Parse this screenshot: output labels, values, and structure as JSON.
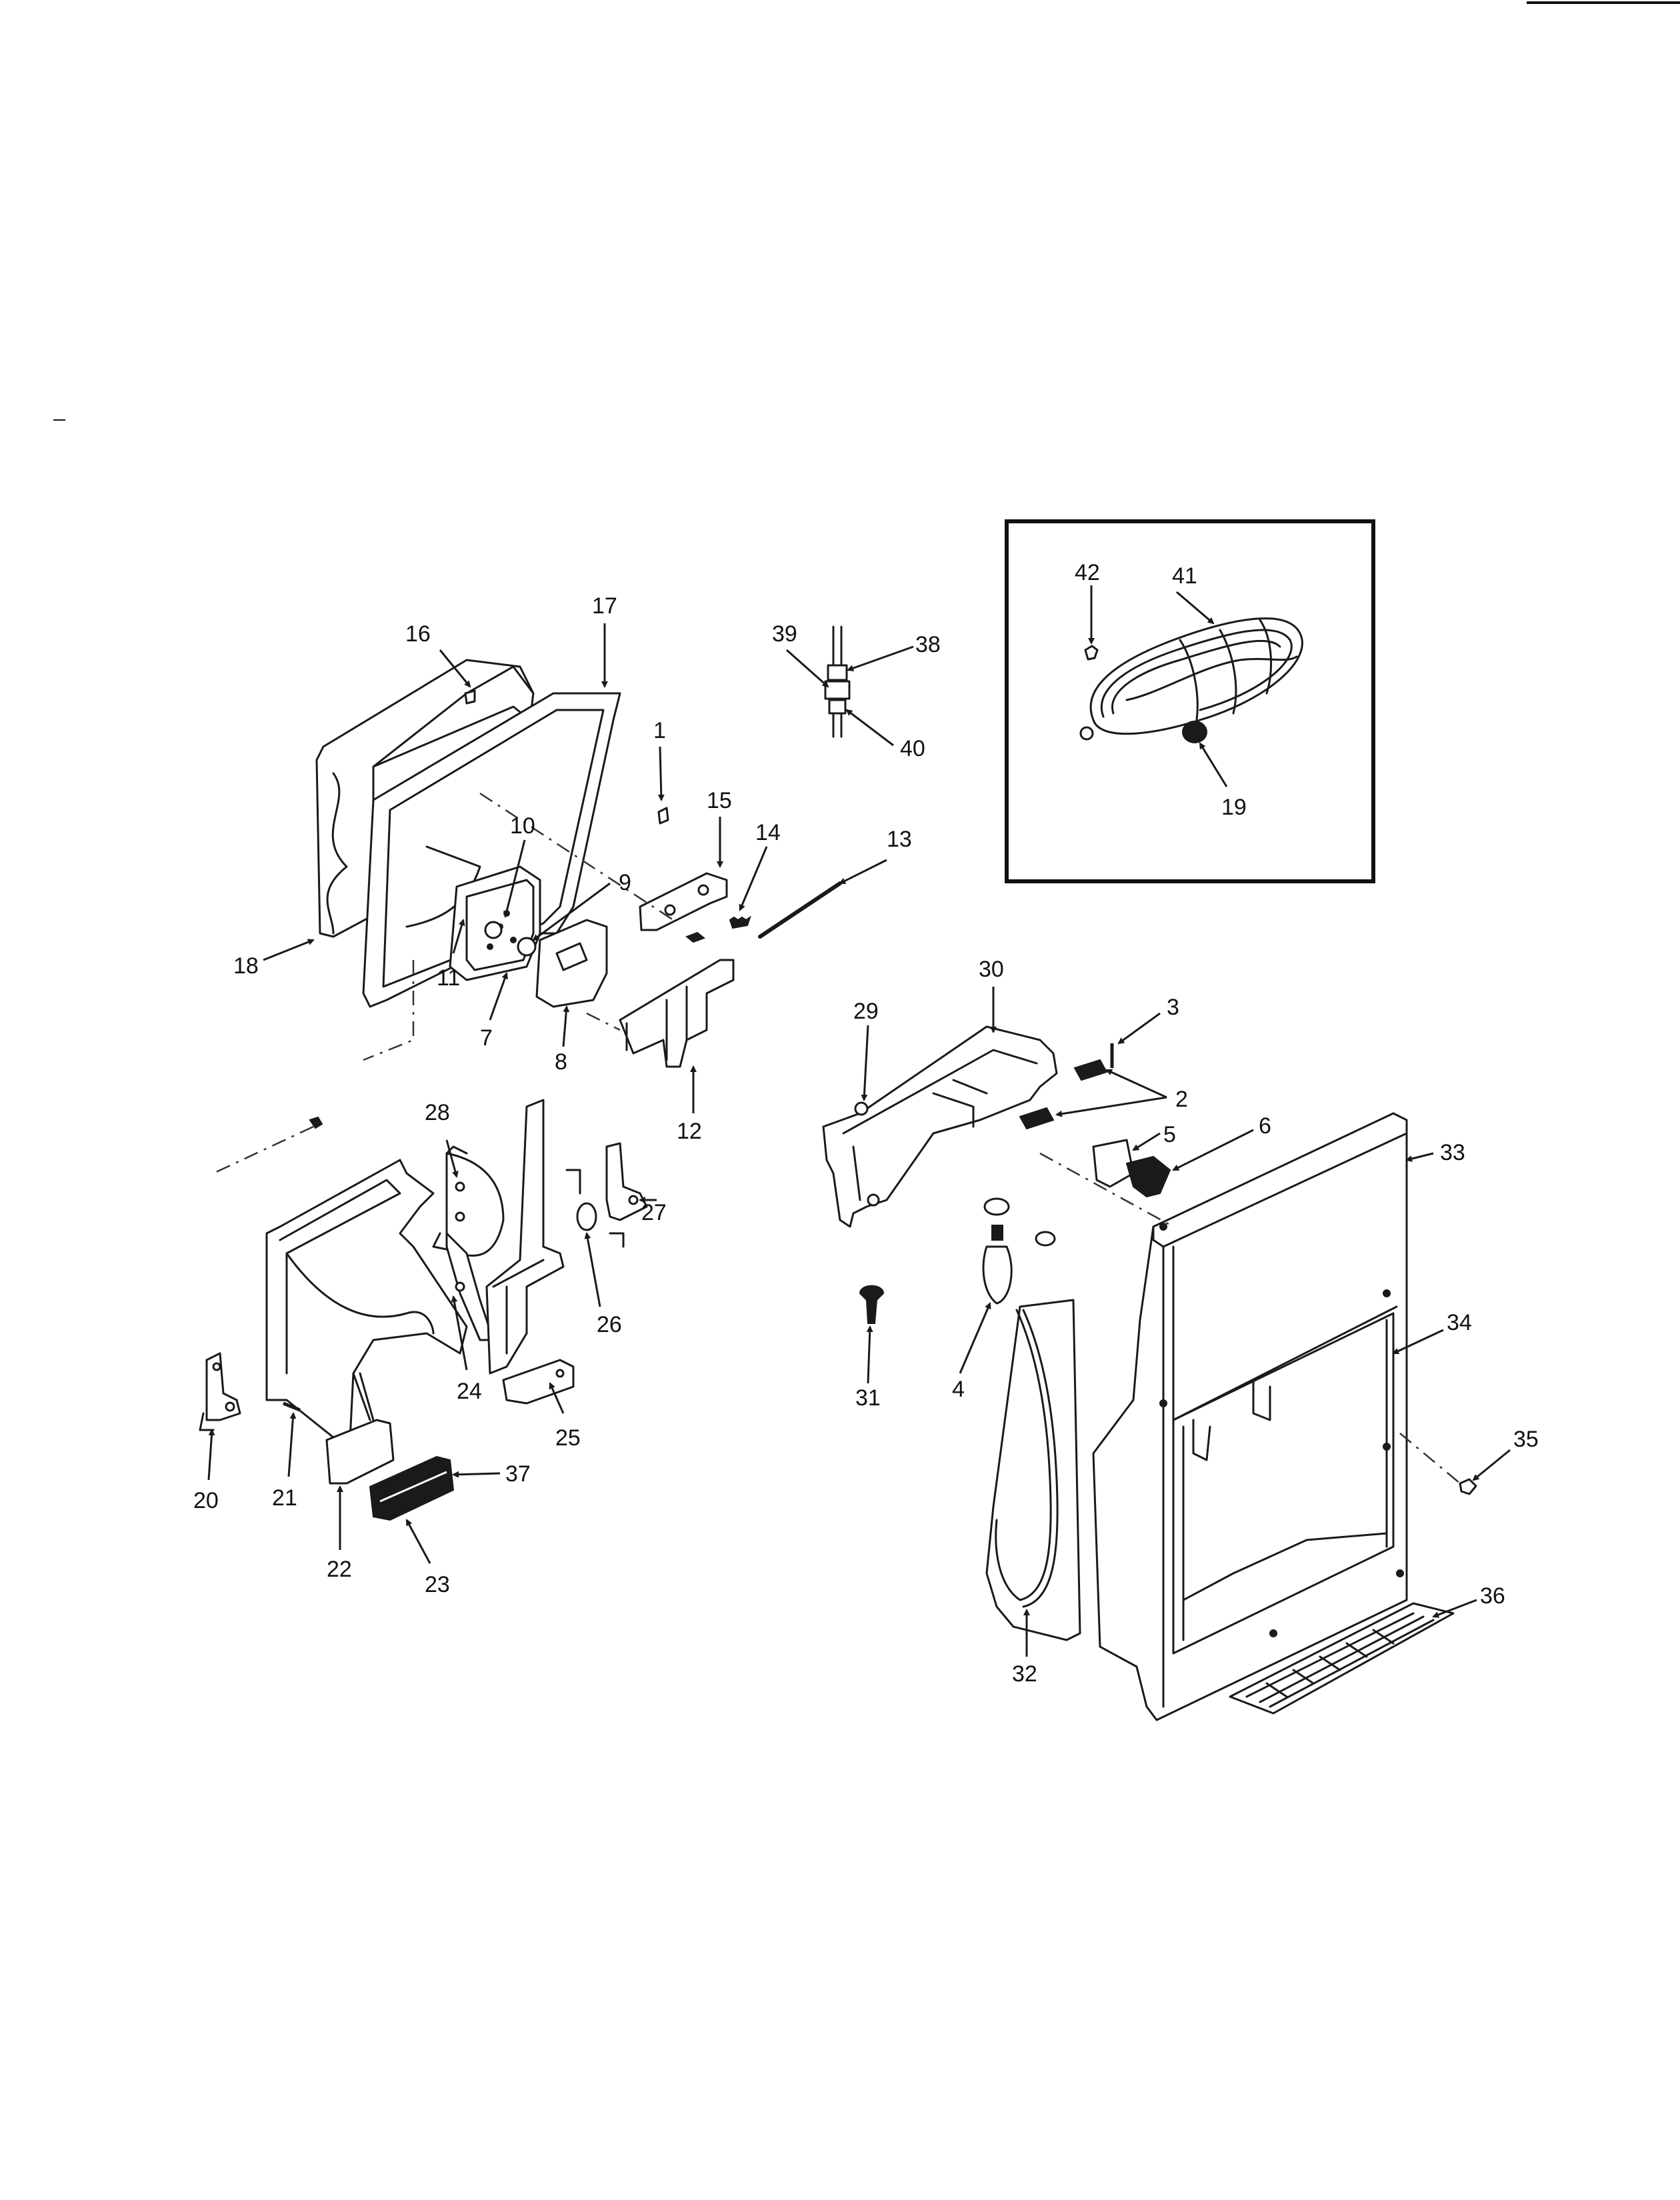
{
  "callouts": [
    {
      "id": "1",
      "text": "1"
    },
    {
      "id": "2",
      "text": "2"
    },
    {
      "id": "3",
      "text": "3"
    },
    {
      "id": "4",
      "text": "4"
    },
    {
      "id": "5",
      "text": "5"
    },
    {
      "id": "6",
      "text": "6"
    },
    {
      "id": "7",
      "text": "7"
    },
    {
      "id": "8",
      "text": "8"
    },
    {
      "id": "9",
      "text": "9"
    },
    {
      "id": "10",
      "text": "10"
    },
    {
      "id": "11",
      "text": "11"
    },
    {
      "id": "12",
      "text": "12"
    },
    {
      "id": "13",
      "text": "13"
    },
    {
      "id": "14",
      "text": "14"
    },
    {
      "id": "15",
      "text": "15"
    },
    {
      "id": "16",
      "text": "16"
    },
    {
      "id": "17",
      "text": "17"
    },
    {
      "id": "18",
      "text": "18"
    },
    {
      "id": "19",
      "text": "19"
    },
    {
      "id": "20",
      "text": "20"
    },
    {
      "id": "21",
      "text": "21"
    },
    {
      "id": "22",
      "text": "22"
    },
    {
      "id": "23",
      "text": "23"
    },
    {
      "id": "24",
      "text": "24"
    },
    {
      "id": "25",
      "text": "25"
    },
    {
      "id": "26",
      "text": "26"
    },
    {
      "id": "27",
      "text": "27"
    },
    {
      "id": "28",
      "text": "28"
    },
    {
      "id": "29",
      "text": "29"
    },
    {
      "id": "30",
      "text": "30"
    },
    {
      "id": "31",
      "text": "31"
    },
    {
      "id": "32",
      "text": "32"
    },
    {
      "id": "33",
      "text": "33"
    },
    {
      "id": "34",
      "text": "34"
    },
    {
      "id": "35",
      "text": "35"
    },
    {
      "id": "36",
      "text": "36"
    },
    {
      "id": "37",
      "text": "37"
    },
    {
      "id": "38",
      "text": "38"
    },
    {
      "id": "39",
      "text": "39"
    },
    {
      "id": "40",
      "text": "40"
    },
    {
      "id": "41",
      "text": "41"
    },
    {
      "id": "42",
      "text": "42"
    }
  ]
}
